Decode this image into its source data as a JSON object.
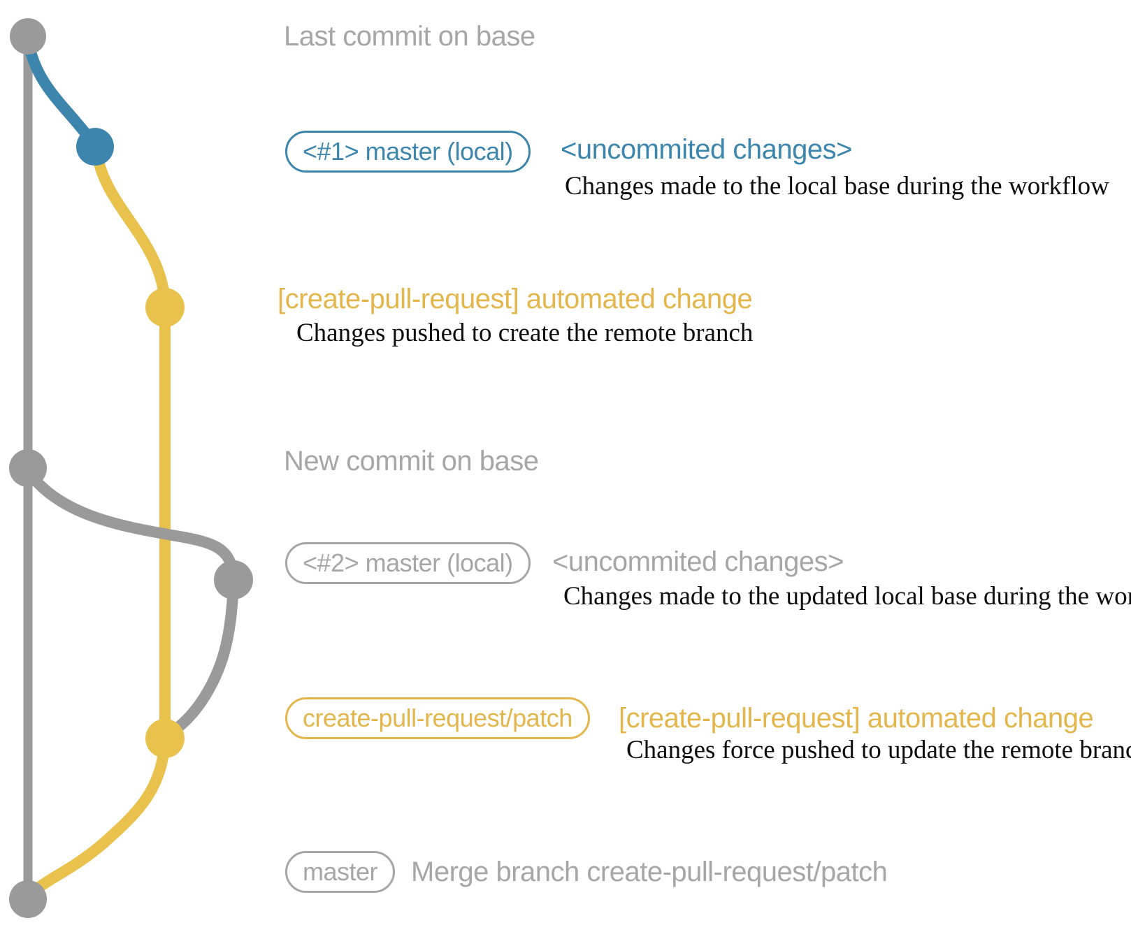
{
  "colors": {
    "graph_gray": "#9a9a9a",
    "text_gray": "#a6a6a6",
    "blue": "#3c85ad",
    "yellow": "#e8c24c",
    "yellow_text": "#e2b64b",
    "detail_black": "#0e0e0e"
  },
  "rows": {
    "row1": {
      "label": "Last commit on base"
    },
    "row2": {
      "pill": "<#1> master (local)",
      "note": "<uncommited changes>",
      "detail": "Changes made to the local base during the workflow"
    },
    "row3": {
      "note": "[create-pull-request] automated change",
      "detail": "Changes pushed to create the remote branch"
    },
    "row4": {
      "label": "New commit on base"
    },
    "row5": {
      "pill": "<#2> master (local)",
      "note": "<uncommited changes>",
      "detail": "Changes made to the updated local base during the workflow"
    },
    "row6": {
      "pill": "create-pull-request/patch",
      "note": "[create-pull-request] automated change",
      "detail": "Changes force pushed to update the remote branch"
    },
    "row7": {
      "pill": "master",
      "label": "Merge branch create-pull-request/patch"
    }
  },
  "graph": {
    "commits": [
      {
        "id": "last-commit-on-base",
        "color_key": "graph_gray"
      },
      {
        "id": "uncommitted-changes-1",
        "color_key": "blue"
      },
      {
        "id": "automated-change-1",
        "color_key": "yellow"
      },
      {
        "id": "new-commit-on-base",
        "color_key": "graph_gray"
      },
      {
        "id": "uncommitted-changes-2",
        "color_key": "graph_gray"
      },
      {
        "id": "automated-change-2",
        "color_key": "yellow"
      },
      {
        "id": "merge-commit",
        "color_key": "graph_gray"
      }
    ]
  }
}
